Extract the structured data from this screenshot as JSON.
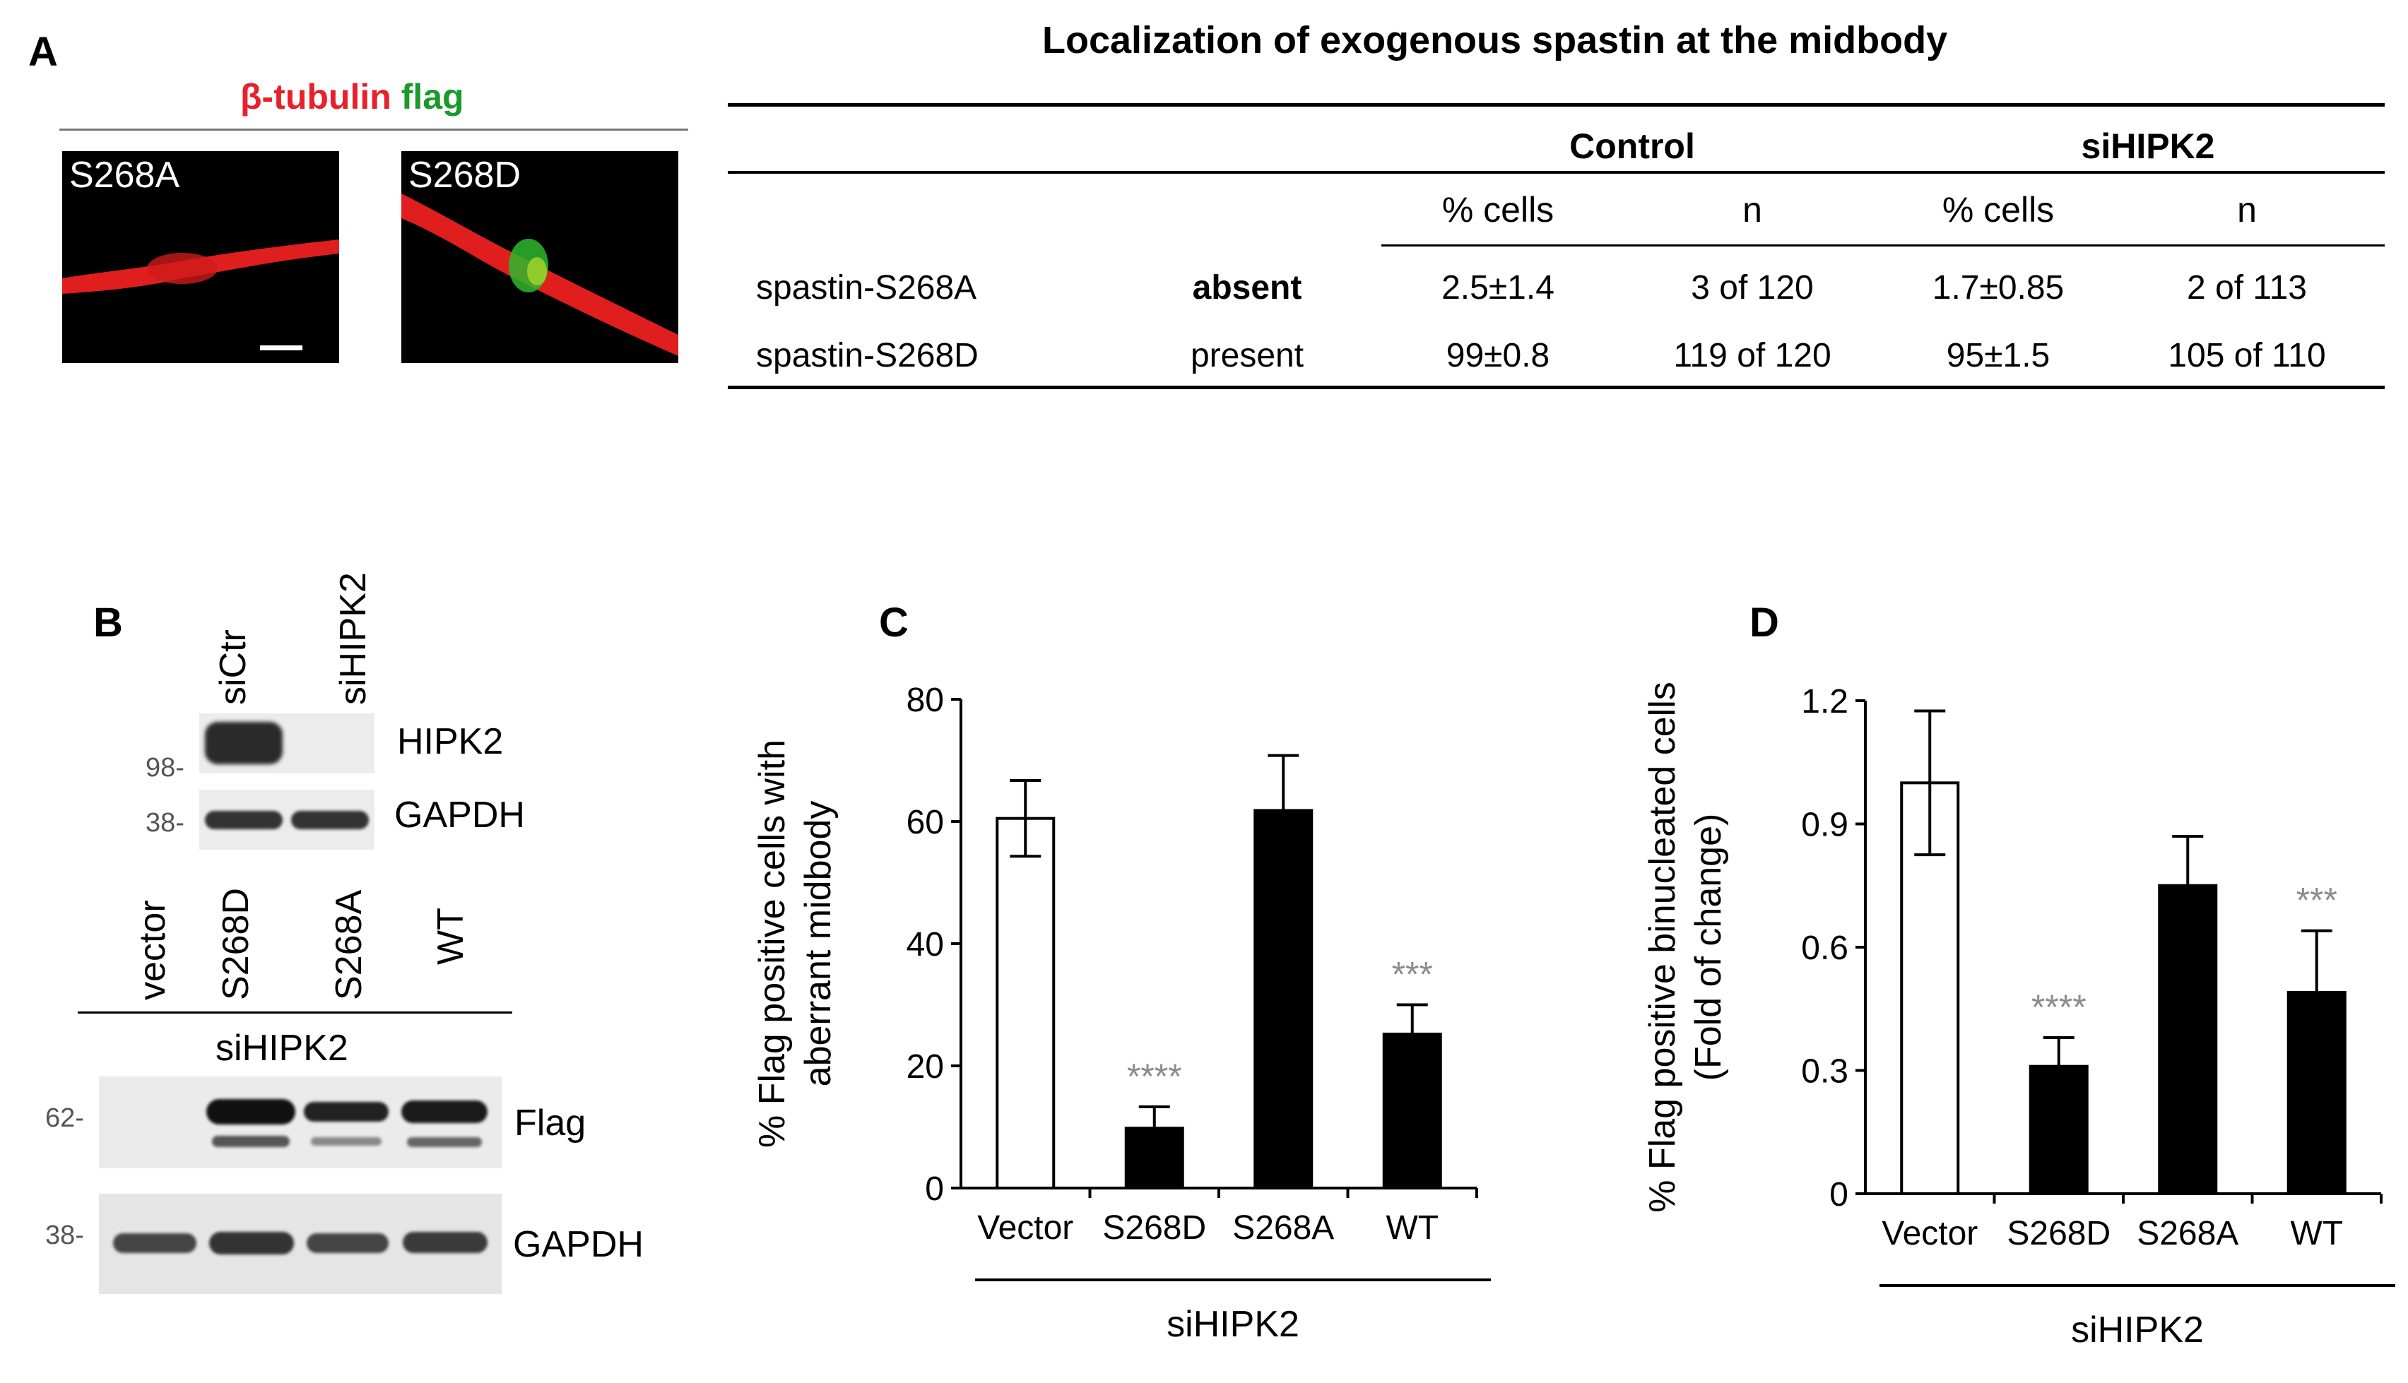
{
  "panelA": {
    "letter": "A",
    "stain_red": "β-tubulin",
    "stain_green": "flag",
    "image_labels": [
      "S268A",
      "S268D"
    ],
    "table": {
      "title": "Localization of exogenous spastin at the midbody",
      "groups": [
        "Control",
        "siHIPK2"
      ],
      "subheaders": [
        "% cells",
        "n",
        "% cells",
        "n"
      ],
      "rows": [
        {
          "name": "spastin-S268A",
          "status": "absent",
          "c_pct": "2.5±1.4",
          "c_n": "3 of 120",
          "s_pct": "1.7±0.85",
          "s_n": "2 of 113"
        },
        {
          "name": "spastin-S268D",
          "status": "present",
          "c_pct": "99±0.8",
          "c_n": "119  of 120",
          "s_pct": "95±1.5",
          "s_n": "105  of 110"
        }
      ]
    }
  },
  "panelB": {
    "letter": "B",
    "top_lanes": [
      "siCtr",
      "siHIPK2"
    ],
    "top_bands": [
      "HIPK2",
      "GAPDH"
    ],
    "top_mw": [
      "98-",
      "38-"
    ],
    "bottom_lanes": [
      "vector",
      "S268D",
      "S268A",
      "WT"
    ],
    "bottom_group": "siHIPK2",
    "bottom_bands": [
      "Flag",
      "GAPDH"
    ],
    "bottom_mw": [
      "62-",
      "38-"
    ]
  },
  "panelC": {
    "letter": "C",
    "group_label": "siHIPK2",
    "chart_data": {
      "type": "bar",
      "categories": [
        "Vector",
        "S268D",
        "S268A",
        "WT"
      ],
      "values": [
        60.5,
        9.8,
        61.8,
        25.2
      ],
      "errors": [
        6.2,
        3.5,
        9.0,
        4.8
      ],
      "significance": [
        "",
        "****",
        "",
        "***"
      ],
      "bar_fill": [
        "#ffffff",
        "#000000",
        "#000000",
        "#000000"
      ],
      "ylabel_line1": "% Flag positive cells with",
      "ylabel_line2": "aberrant midbody",
      "ylim": [
        0,
        80
      ],
      "yticks": [
        0,
        20,
        40,
        60,
        80
      ],
      "ytick_labels": [
        "0",
        "20",
        "40",
        "60",
        "80"
      ]
    }
  },
  "panelD": {
    "letter": "D",
    "group_label": "siHIPK2",
    "chart_data": {
      "type": "bar",
      "categories": [
        "Vector",
        "S268D",
        "S268A",
        "WT"
      ],
      "values": [
        1.0,
        0.31,
        0.75,
        0.49
      ],
      "errors": [
        0.175,
        0.07,
        0.12,
        0.15
      ],
      "significance": [
        "",
        "****",
        "",
        "***"
      ],
      "bar_fill": [
        "#ffffff",
        "#000000",
        "#000000",
        "#000000"
      ],
      "ylabel_line1": "% Flag positive binucleated cells",
      "ylabel_line2": "(Fold of change)",
      "ylim": [
        0,
        1.2
      ],
      "yticks": [
        0,
        0.3,
        0.6,
        0.9,
        1.2
      ],
      "ytick_labels": [
        "0",
        "0.3",
        "0.6",
        "0.9",
        "1.2"
      ]
    }
  }
}
